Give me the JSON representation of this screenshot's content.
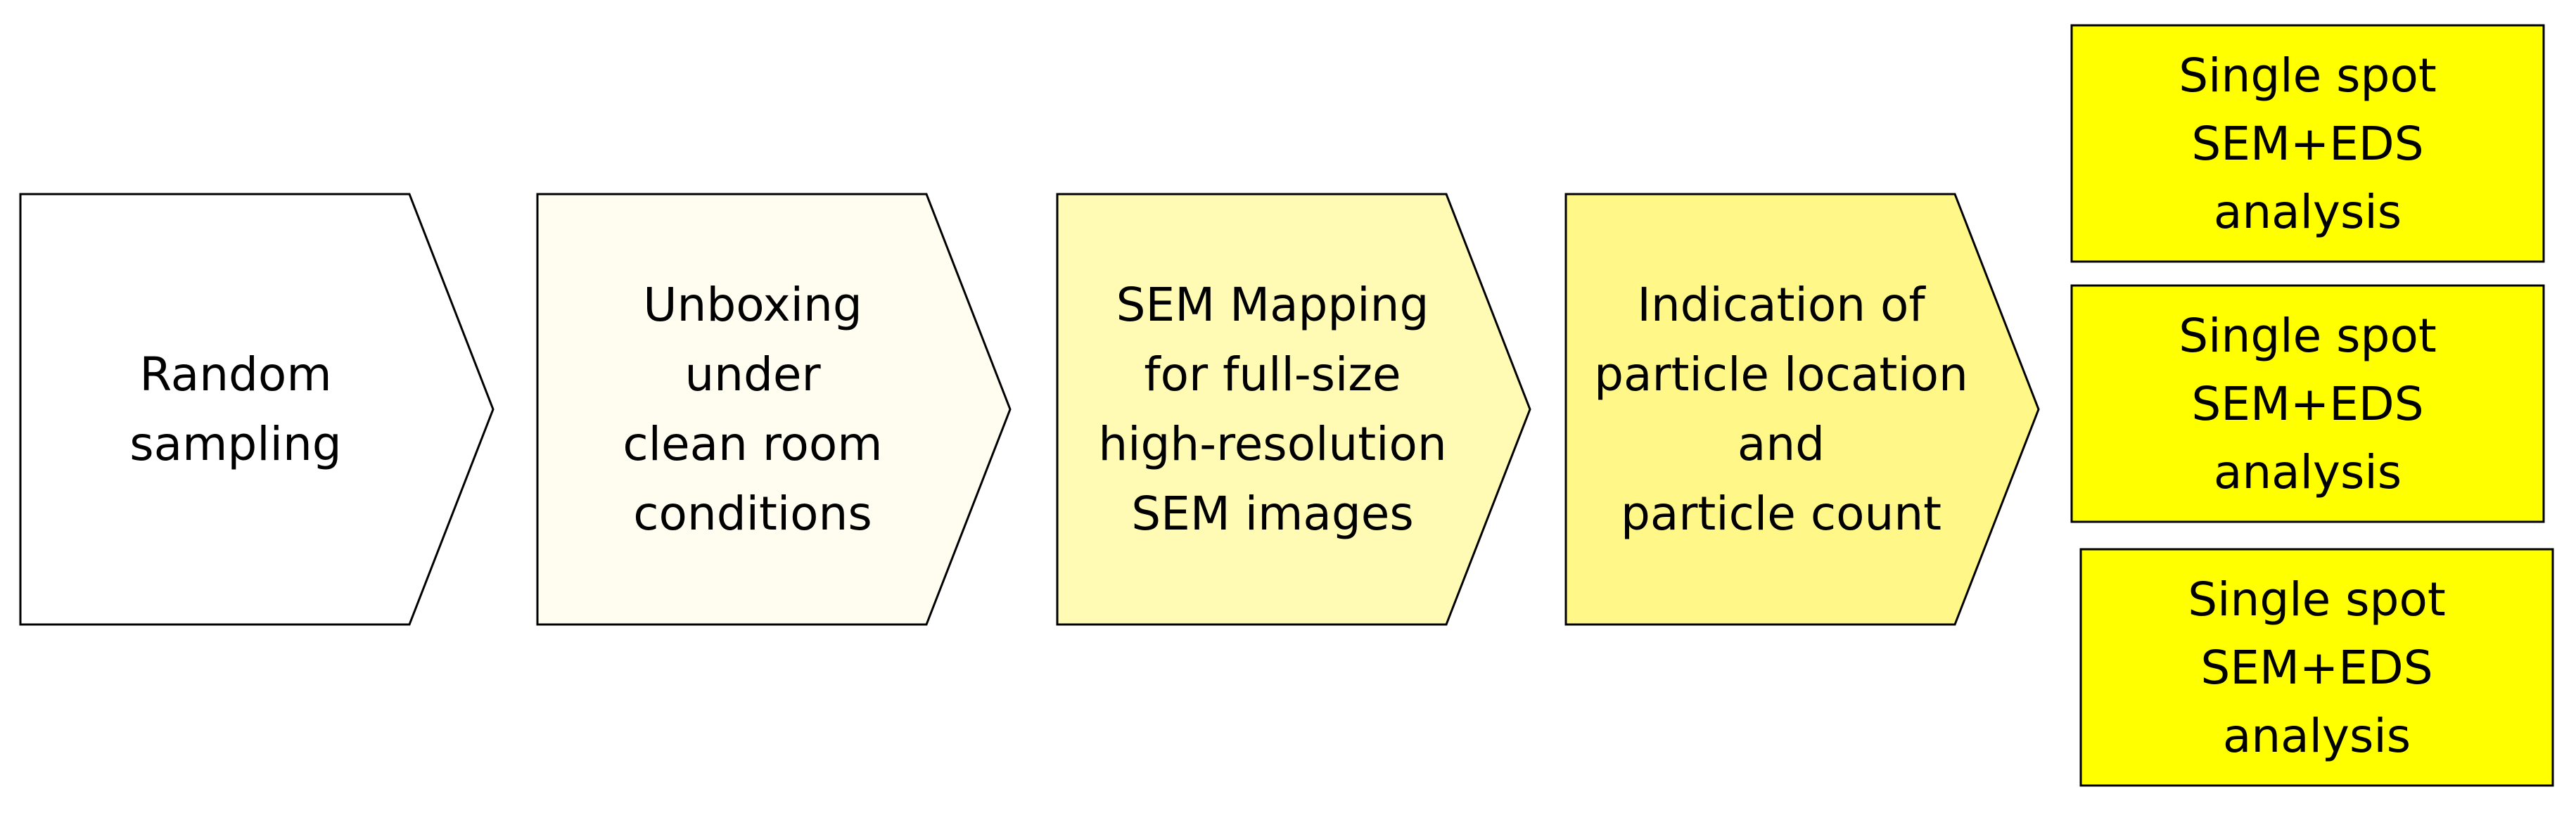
{
  "colors": {
    "stroke": "#000000",
    "text": "#000000"
  },
  "steps": [
    {
      "label": "Random\nsampling",
      "fill": "#ffffff"
    },
    {
      "label": "Unboxing\nunder\nclean room\nconditions",
      "fill": "#fffdf0"
    },
    {
      "label": "SEM Mapping\nfor full-size\nhigh-resolution\nSEM images",
      "fill": "#fffbb4"
    },
    {
      "label": "Indication of\nparticle location\nand\nparticle count",
      "fill": "#fff788"
    }
  ],
  "spots": [
    {
      "label": "Single spot\nSEM+EDS\nanalysis",
      "fill": "#ffff00"
    },
    {
      "label": "Single spot\nSEM+EDS\nanalysis",
      "fill": "#ffff00"
    },
    {
      "label": "Single spot\nSEM+EDS\nanalysis",
      "fill": "#ffff00"
    }
  ]
}
